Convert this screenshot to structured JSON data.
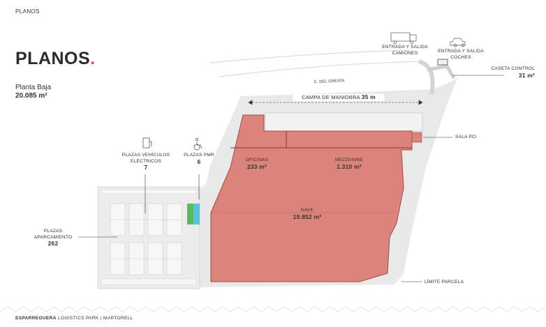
{
  "header": {
    "tag": "PLANOS"
  },
  "page": {
    "title": "PLANOS",
    "title_dot": ".",
    "floor_label": "Planta Baja",
    "floor_area": "20.085 m²"
  },
  "labels": {
    "truck_entry": "ENTRADA Y SALIDA CAMIONES",
    "car_entry": "ENTRADA Y SALIDA COCHES",
    "control_title": "CASETA CONTROL",
    "control_area": "31 m²",
    "street": "C. DEL GRESOL",
    "maneuver": "CAMPA DE MANIOBRA",
    "maneuver_size": "35 m",
    "pci": "SALA PCI",
    "ev_title": "PLAZAS VEHÍCULOS ELÉCTRICOS",
    "ev_count": "7",
    "pmr_title": "PLAZAS PMR",
    "pmr_count": "6",
    "offices_title": "OFICINAS",
    "offices_area": "233 m²",
    "mezz_title": "MEZZANINE",
    "mezz_area": "1.310 m²",
    "nave_title": "NAVE",
    "nave_area": "19.852 m²",
    "parking_title": "PLAZAS APARCAMIENTO",
    "parking_count": "262",
    "limit": "LÍMITE PARCELA"
  },
  "icons": [
    "truck-icon",
    "car-icon",
    "ev-charger-icon",
    "wheelchair-icon"
  ],
  "colors": {
    "building": "#dc847c",
    "building_edge": "#9e4a44",
    "accent": "#d9534f",
    "ev": "#5cb85c",
    "pmr": "#5bc0de",
    "ground": "#e6e6e6"
  },
  "footer": {
    "brand": "ESPARREGUERA",
    "rest": "LOGISTICS PARK | MARTORELL"
  }
}
